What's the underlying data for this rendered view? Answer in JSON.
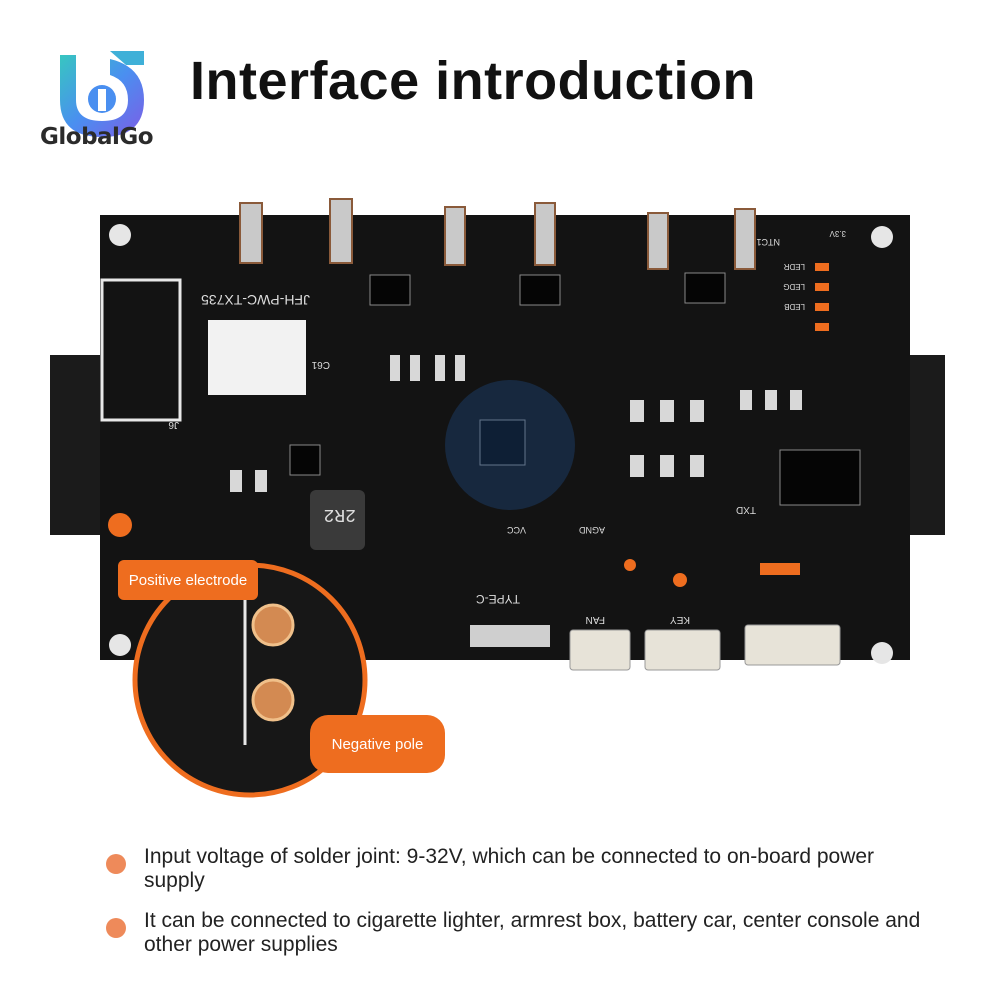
{
  "brand": {
    "name": "GlobalGo"
  },
  "title": "Interface introduction",
  "board": {
    "silkscreen": [
      "JFH-PWC-TX735",
      "2R2",
      "TYPE-C",
      "FAN",
      "KEY",
      "J6",
      "C61",
      "VCC",
      "AGND",
      "TXD",
      "LEDR",
      "LEDG",
      "LEDB",
      "NTC1",
      "3.3V"
    ],
    "callouts": {
      "positive": "Positive electrode",
      "negative": "Negative pole"
    }
  },
  "bullets": [
    "Input voltage of solder joint: 9-32V, which can be connected to on-board power supply",
    "It can be connected to cigarette lighter, armrest box, battery car, center console and other power supplies"
  ],
  "colors": {
    "accent": "#ee6d1f",
    "bullet_dot": "#ee8a5a",
    "board": "#141414"
  }
}
